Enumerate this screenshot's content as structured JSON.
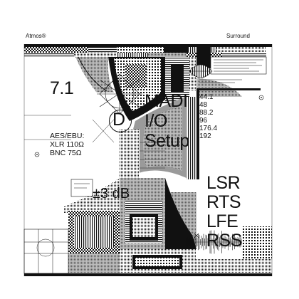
{
  "labels": {
    "top_left": "Atmos®",
    "top_right": "Surround",
    "format": "7.1",
    "madi": [
      "MADI",
      "I/O",
      "Setup"
    ],
    "badge_letter": "D",
    "sample_rates": [
      "44.1",
      "48",
      "88.2",
      "96",
      "176.4",
      "192"
    ],
    "digital_io": [
      "AES/EBU:",
      "XLR 110Ω",
      "BNC 75Ω"
    ],
    "gain": "±3 dB",
    "speakers": [
      "LSR",
      "RTS",
      "LFE",
      "RSS"
    ]
  },
  "colors": {
    "ink": "#111111",
    "paper": "#ffffff",
    "grey": "#9a9a9a",
    "light_grey": "#d6d6d6"
  }
}
